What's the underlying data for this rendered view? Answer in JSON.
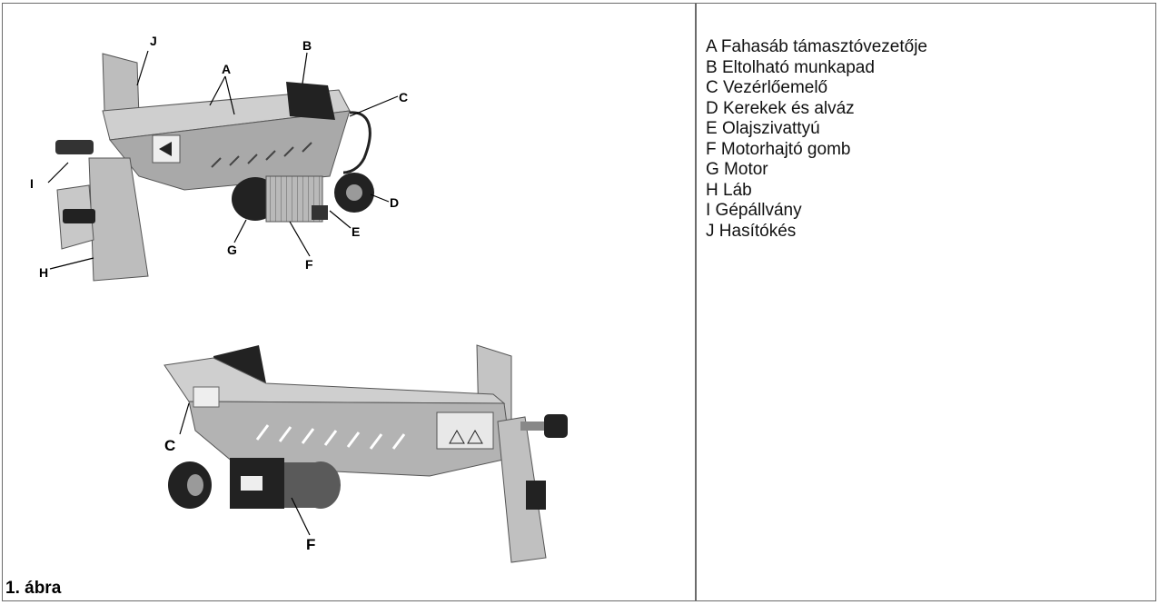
{
  "figure": {
    "caption": "1. ábra",
    "callouts_top": [
      "J",
      "A",
      "B",
      "C",
      "I",
      "D",
      "E",
      "G",
      "F",
      "H"
    ],
    "callouts_bottom": [
      "C",
      "F"
    ]
  },
  "legend": {
    "items": [
      "A Fahasáb támasztóvezetője",
      "B Eltolható munkapad",
      "C Vezérlőemelő",
      "D Kerekek és alváz",
      "E Olajszivattyú",
      "F Motorhajtó gomb",
      "G Motor",
      "H Láb",
      "I Gépállvány",
      "J Hasítókés"
    ]
  }
}
